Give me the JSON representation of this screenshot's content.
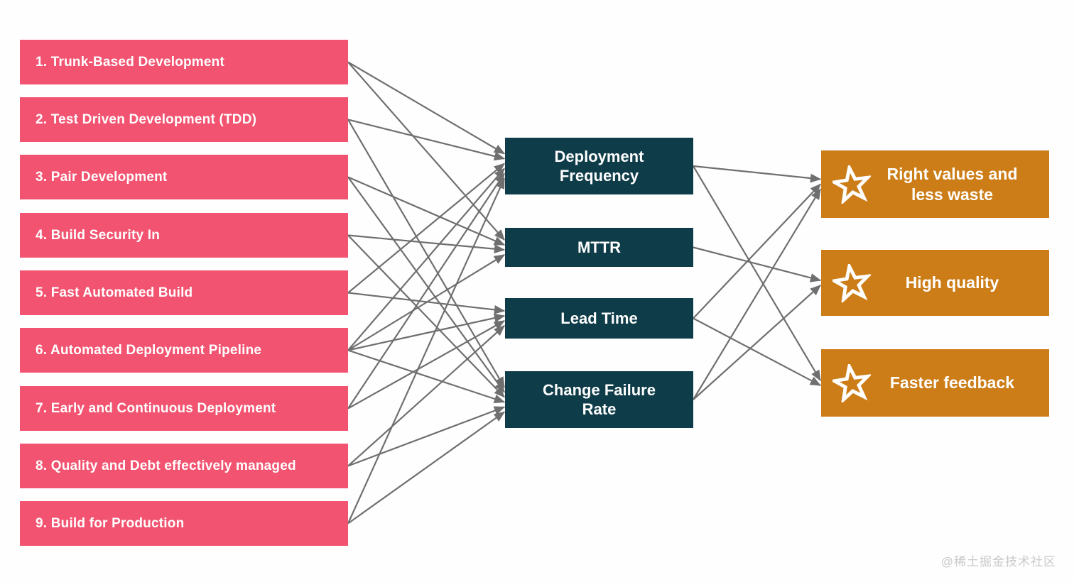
{
  "practices": [
    {
      "id": "p1",
      "label": "1. Trunk-Based Development"
    },
    {
      "id": "p2",
      "label": "2. Test Driven Development (TDD)"
    },
    {
      "id": "p3",
      "label": "3. Pair Development"
    },
    {
      "id": "p4",
      "label": "4. Build Security In"
    },
    {
      "id": "p5",
      "label": "5. Fast Automated Build"
    },
    {
      "id": "p6",
      "label": "6. Automated Deployment Pipeline"
    },
    {
      "id": "p7",
      "label": "7. Early and Continuous Deployment"
    },
    {
      "id": "p8",
      "label": "8. Quality and Debt effectively managed"
    },
    {
      "id": "p9",
      "label": "9. Build for Production"
    }
  ],
  "metrics": [
    {
      "id": "df",
      "label": "Deployment Frequency"
    },
    {
      "id": "mttr",
      "label": "MTTR"
    },
    {
      "id": "lt",
      "label": "Lead Time"
    },
    {
      "id": "cfr",
      "label": "Change Failure Rate"
    }
  ],
  "outcomes": [
    {
      "id": "rv",
      "label": "Right values and less waste",
      "icon": "star-icon"
    },
    {
      "id": "hq",
      "label": "High quality",
      "icon": "star-icon"
    },
    {
      "id": "ff",
      "label": "Faster feedback",
      "icon": "star-icon"
    }
  ],
  "edges": [
    {
      "from": "p1",
      "to": "df"
    },
    {
      "from": "p1",
      "to": "mttr"
    },
    {
      "from": "p2",
      "to": "df"
    },
    {
      "from": "p2",
      "to": "cfr"
    },
    {
      "from": "p3",
      "to": "mttr"
    },
    {
      "from": "p3",
      "to": "cfr"
    },
    {
      "from": "p4",
      "to": "mttr"
    },
    {
      "from": "p4",
      "to": "cfr"
    },
    {
      "from": "p5",
      "to": "df"
    },
    {
      "from": "p5",
      "to": "lt"
    },
    {
      "from": "p6",
      "to": "df"
    },
    {
      "from": "p6",
      "to": "mttr"
    },
    {
      "from": "p6",
      "to": "lt"
    },
    {
      "from": "p6",
      "to": "cfr"
    },
    {
      "from": "p7",
      "to": "df"
    },
    {
      "from": "p7",
      "to": "lt"
    },
    {
      "from": "p8",
      "to": "lt"
    },
    {
      "from": "p8",
      "to": "cfr"
    },
    {
      "from": "p9",
      "to": "df"
    },
    {
      "from": "p9",
      "to": "cfr"
    },
    {
      "from": "df",
      "to": "rv"
    },
    {
      "from": "df",
      "to": "ff"
    },
    {
      "from": "mttr",
      "to": "hq"
    },
    {
      "from": "lt",
      "to": "rv"
    },
    {
      "from": "lt",
      "to": "ff"
    },
    {
      "from": "cfr",
      "to": "rv"
    },
    {
      "from": "cfr",
      "to": "hq"
    }
  ],
  "colors": {
    "practice_box": "#F25370",
    "metric_box": "#0F3C49",
    "outcome_box": "#CC7D17",
    "arrow": "#6F6F6F",
    "text": "#FFFFFF",
    "watermark": "#C9C9C9"
  },
  "watermark": "@稀土掘金技术社区"
}
